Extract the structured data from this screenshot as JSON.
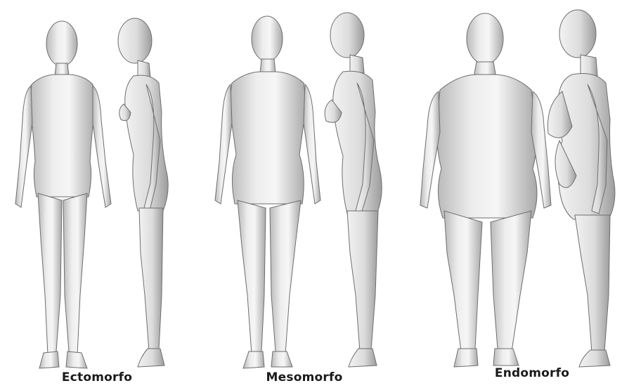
{
  "captions": {
    "ectomorph": "Ectomorfo",
    "mesomorph": "Mesomorfo",
    "endomorph": "Endomorfo"
  },
  "colors": {
    "background": "#ffffff",
    "body_light": "#f1f1f1",
    "body_mid": "#cfcfcf",
    "body_shadow": "#9a9a9a",
    "outline": "#6e6e6e",
    "caption_text": "#1a1a1a"
  }
}
